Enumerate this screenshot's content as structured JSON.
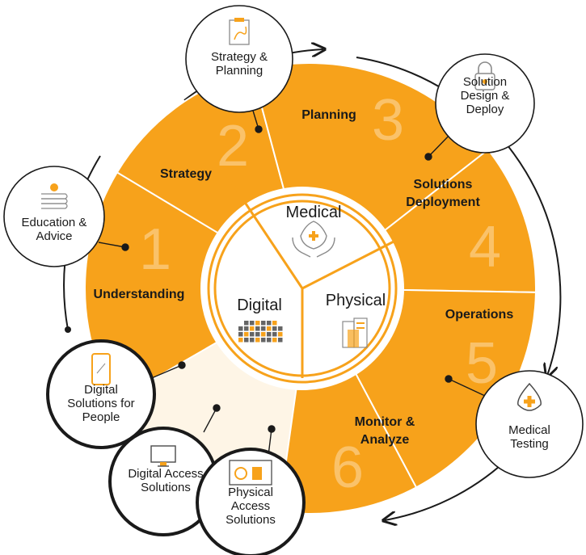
{
  "colors": {
    "accent": "#F7A21B",
    "pale": "#FEF5E6",
    "divider": "#ffffff",
    "text": "#1a1a1a",
    "icon": "#F7A21B",
    "icon_gray": "#8a8a8a"
  },
  "segments": [
    {
      "label": "Understanding",
      "number": "1"
    },
    {
      "label": "Strategy",
      "number": "2"
    },
    {
      "label": "Planning",
      "number": "3"
    },
    {
      "label": "Solutions\nDeployment",
      "number": "4"
    },
    {
      "label": "Operations",
      "number": "5"
    },
    {
      "label": "Monitor &\nAnalyze",
      "number": "6"
    }
  ],
  "core": {
    "top": {
      "label": "Medical",
      "icon": "hands-drop-cross-icon"
    },
    "left": {
      "label": "Digital",
      "icon": "keyboard-icon"
    },
    "right": {
      "label": "Physical",
      "icon": "buildings-icon"
    }
  },
  "nodes": {
    "strategy_planning": {
      "label": "Strategy &\nPlanning",
      "icon": "clipboard-strategy-icon"
    },
    "solution_design": {
      "label": "Solution\nDesign &\nDeploy",
      "icon": "padlock-icon"
    },
    "education": {
      "label": "Education &\nAdvice",
      "icon": "books-apple-icon"
    },
    "medical_testing": {
      "label": "Medical\nTesting",
      "icon": "drop-cross-icon"
    },
    "digital_people": {
      "label": "Digital\nSolutions for\nPeople",
      "icon": "smartphone-icon"
    },
    "digital_access": {
      "label": "Digital Access\nSolutions",
      "icon": "monitor-icon"
    },
    "physical_access": {
      "label": "Physical\nAccess\nSolutions",
      "icon": "card-reader-icon"
    }
  }
}
